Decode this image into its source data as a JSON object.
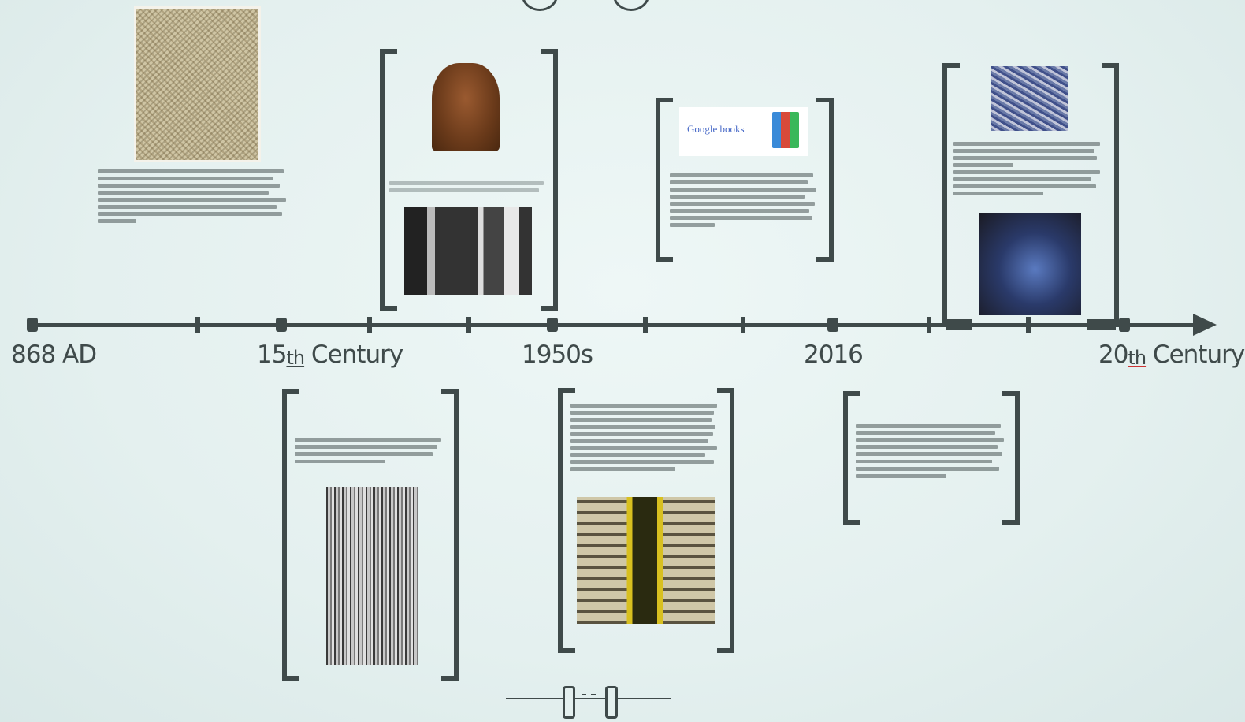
{
  "timeline": {
    "labels": [
      {
        "main": "868 AD",
        "suffix": "",
        "rest": ""
      },
      {
        "main": "15",
        "suffix": "th",
        "rest": " Century"
      },
      {
        "main": "1950s",
        "suffix": "",
        "rest": ""
      },
      {
        "main": "2016",
        "suffix": "",
        "rest": ""
      },
      {
        "main": "20",
        "suffix": "th",
        "rest": " Century"
      }
    ]
  },
  "google_books_logo": "Google books",
  "colors": {
    "line": "#3f4a4a",
    "background": "#e4f0ef"
  },
  "icons": [
    "timeline-arrow-icon",
    "navigation-control-icon"
  ]
}
